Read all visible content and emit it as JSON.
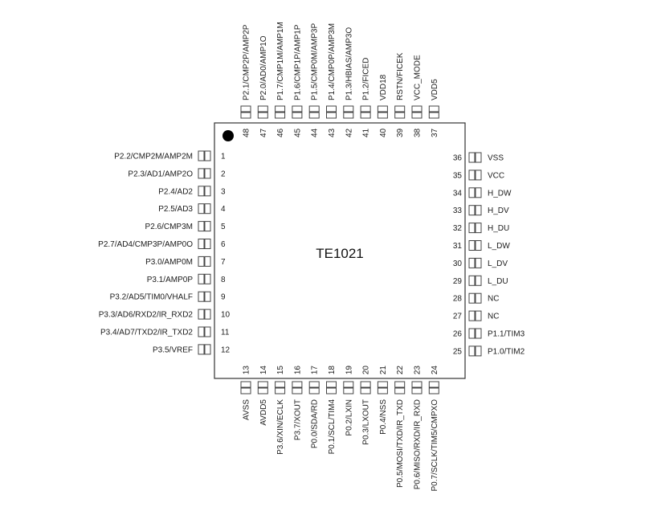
{
  "chip": {
    "name": "TE1021",
    "package_pins": 48
  },
  "pins": {
    "left": [
      {
        "num": "1",
        "name": "P2.2/CMP2M/AMP2M"
      },
      {
        "num": "2",
        "name": "P2.3/AD1/AMP2O"
      },
      {
        "num": "3",
        "name": "P2.4/AD2"
      },
      {
        "num": "4",
        "name": "P2.5/AD3"
      },
      {
        "num": "5",
        "name": "P2.6/CMP3M"
      },
      {
        "num": "6",
        "name": "P2.7/AD4/CMP3P/AMP0O"
      },
      {
        "num": "7",
        "name": "P3.0/AMP0M"
      },
      {
        "num": "8",
        "name": "P3.1/AMP0P"
      },
      {
        "num": "9",
        "name": "P3.2/AD5/TIM0/VHALF"
      },
      {
        "num": "10",
        "name": "P3.3/AD6/RXD2/IR_RXD2"
      },
      {
        "num": "11",
        "name": "P3.4/AD7/TXD2/IR_TXD2"
      },
      {
        "num": "12",
        "name": "P3.5/VREF"
      }
    ],
    "bottom": [
      {
        "num": "13",
        "name": "AVSS"
      },
      {
        "num": "14",
        "name": "AVDD5"
      },
      {
        "num": "15",
        "name": "P3.6/XIN/ECLK"
      },
      {
        "num": "16",
        "name": "P3.7/XOUT"
      },
      {
        "num": "17",
        "name": "P0.0/SDA/RD"
      },
      {
        "num": "18",
        "name": "P0.1/SCL/TIM4"
      },
      {
        "num": "19",
        "name": "P0.2/LXIN"
      },
      {
        "num": "20",
        "name": "P0.3/LXOUT"
      },
      {
        "num": "21",
        "name": "P0.4/NSS"
      },
      {
        "num": "22",
        "name": "P0.5/MOSI/TXD/IR_TXD"
      },
      {
        "num": "23",
        "name": "P0.6/MISO/RXD/IR_RXD"
      },
      {
        "num": "24",
        "name": "P0.7/SCLK/TIM5/CMPXO"
      }
    ],
    "right": [
      {
        "num": "36",
        "name": "VSS"
      },
      {
        "num": "35",
        "name": "VCC"
      },
      {
        "num": "34",
        "name": "H_DW"
      },
      {
        "num": "33",
        "name": "H_DV"
      },
      {
        "num": "32",
        "name": "H_DU"
      },
      {
        "num": "31",
        "name": "L_DW"
      },
      {
        "num": "30",
        "name": "L_DV"
      },
      {
        "num": "29",
        "name": "L_DU"
      },
      {
        "num": "28",
        "name": "NC"
      },
      {
        "num": "27",
        "name": "NC"
      },
      {
        "num": "26",
        "name": "P1.1/TIM3"
      },
      {
        "num": "25",
        "name": "P1.0/TIM2"
      }
    ],
    "top": [
      {
        "num": "48",
        "name": "P2.1/CMP2P/AMP2P"
      },
      {
        "num": "47",
        "name": "P2.0/AD0/AMP1O"
      },
      {
        "num": "46",
        "name": "P1.7/CMP1M/AMP1M"
      },
      {
        "num": "45",
        "name": "P1.6/CMP1P/AMP1P"
      },
      {
        "num": "44",
        "name": "P1.5/CMP0M/AMP3P"
      },
      {
        "num": "43",
        "name": "P1.4/CMP0P/AMP3M"
      },
      {
        "num": "42",
        "name": "P1.3/HBIAS/AMP3O"
      },
      {
        "num": "41",
        "name": "P1.2/FICED"
      },
      {
        "num": "40",
        "name": "VDD18"
      },
      {
        "num": "39",
        "name": "RSTN/FICEK"
      },
      {
        "num": "38",
        "name": "VCC_MODE"
      },
      {
        "num": "37",
        "name": "VDD5"
      }
    ]
  },
  "colors": {
    "outline": "#333333",
    "text": "#1a1a1a",
    "pin1_marker": "#000000"
  }
}
